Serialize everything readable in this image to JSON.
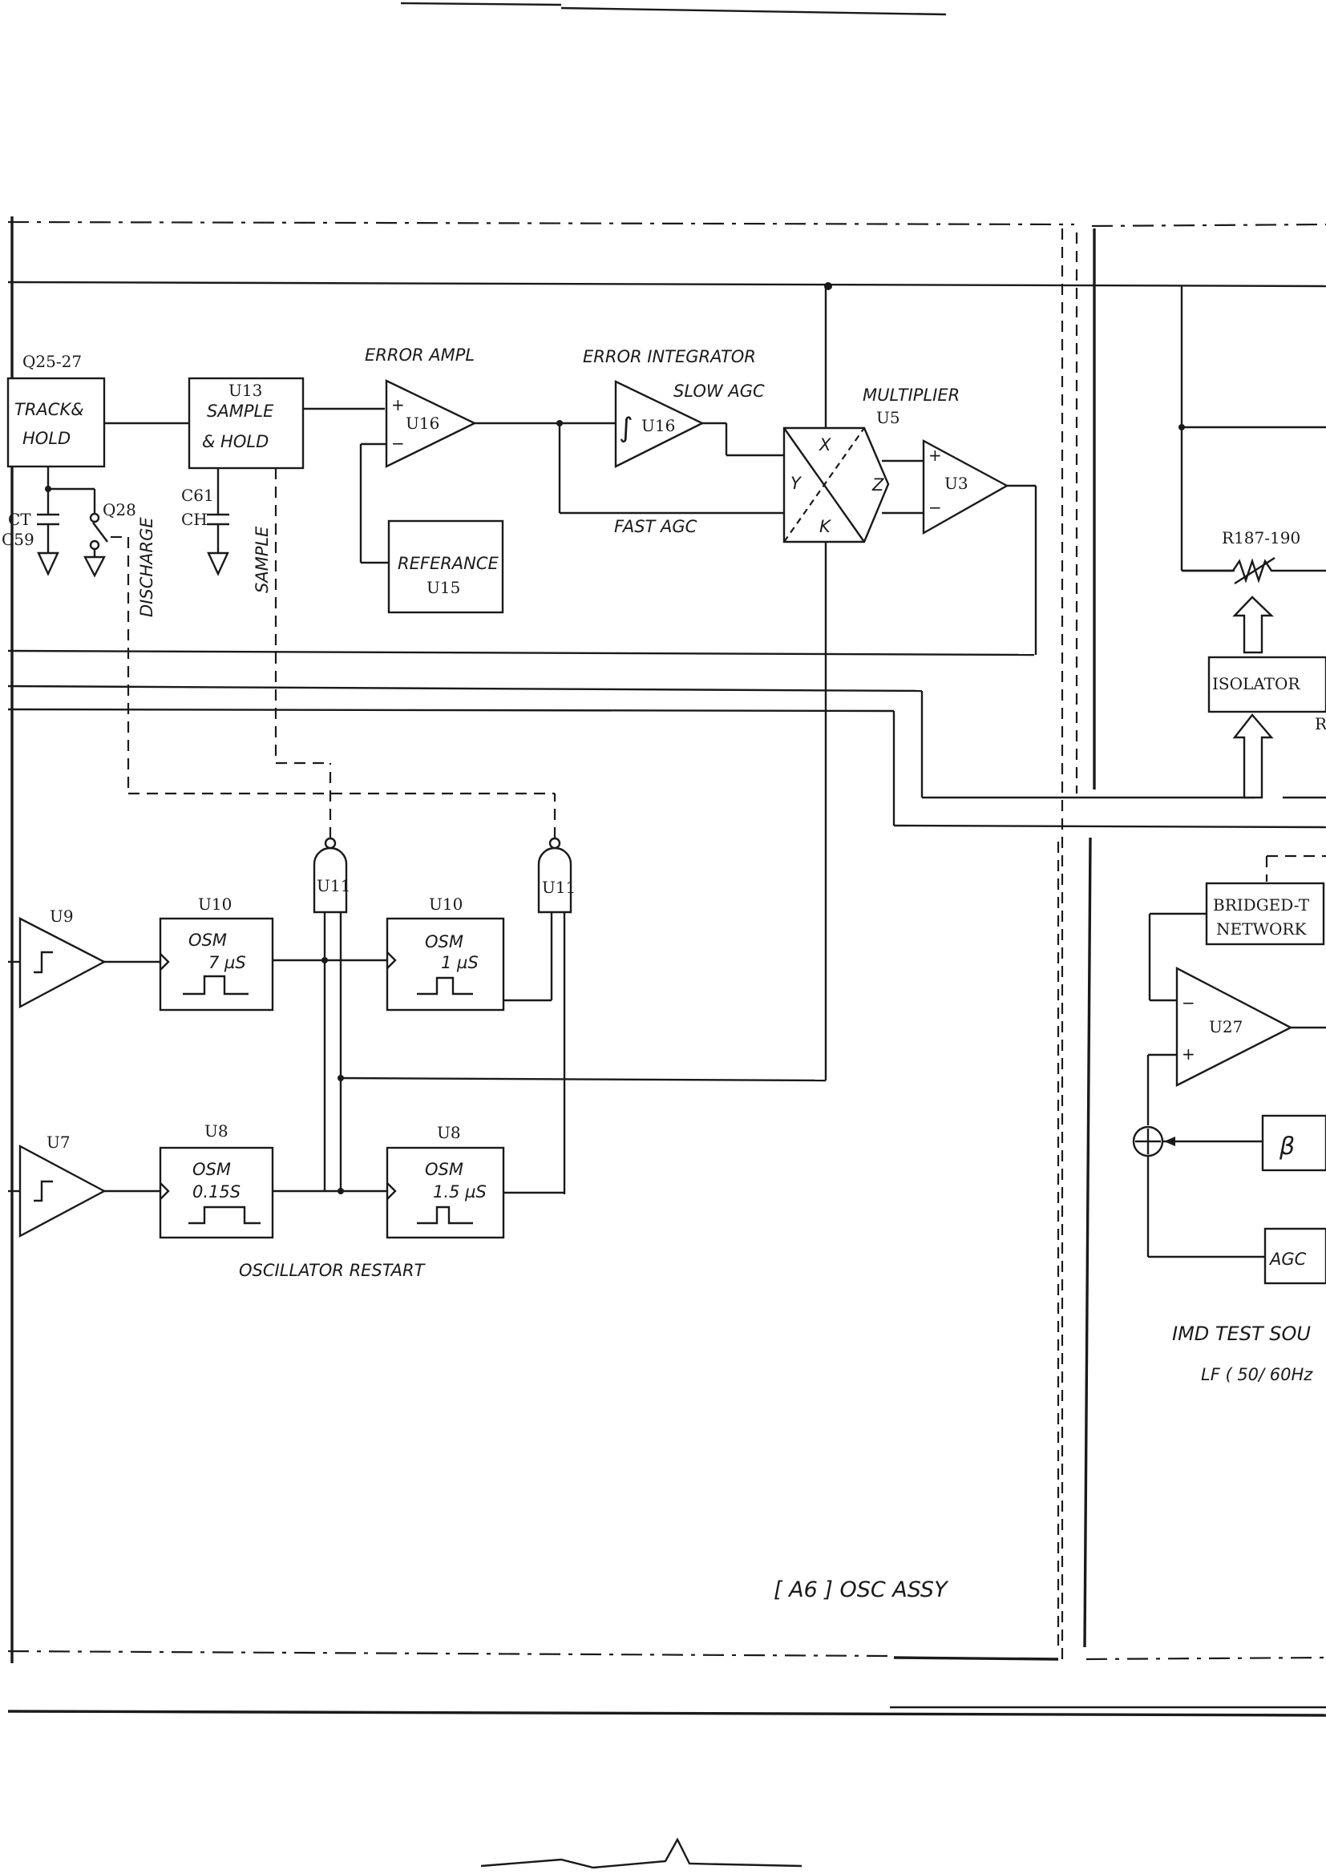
{
  "labels": {
    "q25": "Q25-27",
    "track_hold": [
      "TRACK&",
      "HOLD"
    ],
    "u13": "U13",
    "sample_hold": [
      "SAMPLE",
      "& HOLD"
    ],
    "ct": "CT",
    "c59": "C59",
    "q28": "Q28",
    "c61": "C61",
    "ch": "CH",
    "discharge": "DISCHARGE",
    "sample": "SAMPLE",
    "error_ampl": "ERROR AMPL",
    "u16_a": "U16",
    "reference": "REFERANCE",
    "u15": "U15",
    "error_integrator": "ERROR INTEGRATOR",
    "slow_agc": "SLOW AGC",
    "u16_b": "U16",
    "fast_agc": "FAST AGC",
    "multiplier": "MULTIPLIER",
    "u5": "U5",
    "mult_x": "X",
    "mult_y": "Y",
    "mult_z": "Z",
    "mult_k": "K",
    "u3": "U3",
    "r187": "R187-190",
    "isolator": "ISOLATOR",
    "r_cut": "R",
    "u9": "U9",
    "u10_a": "U10",
    "osm": "OSM",
    "t7us": "7 µS",
    "u11_a": "U11",
    "u10_b": "U10",
    "t1us": "1 µS",
    "u11_b": "U11",
    "u7": "U7",
    "u8_a": "U8",
    "t015s": "0.15S",
    "u8_b": "U8",
    "t15us": "1.5 µS",
    "osc_restart": "OSCILLATOR RESTART",
    "bridged_t": [
      "BRIDGED-T",
      "NETWORK"
    ],
    "u27": "U27",
    "beta": "β",
    "agc": "AGC",
    "imd_test": "IMD TEST SOU",
    "lf": "LF ( 50/ 60Hz",
    "assy": "[ A6 ]  OSC ASSY"
  }
}
